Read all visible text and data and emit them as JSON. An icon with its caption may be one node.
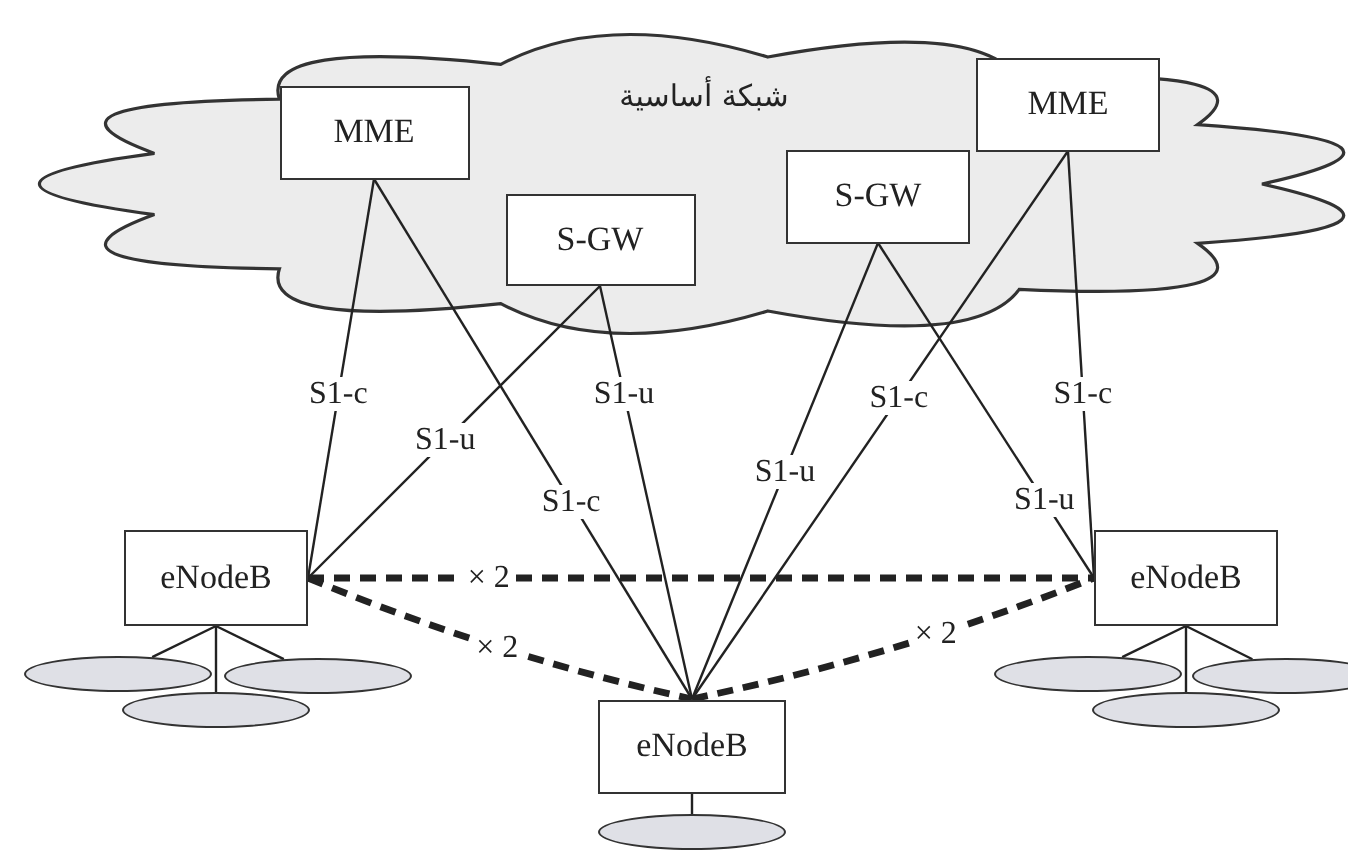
{
  "diagram": {
    "nodes": [
      {
        "text": [
          "شبكة أساسية"
        ]
      },
      {
        "text": [
          "MME"
        ],
        "in": 0
      },
      {
        "text": [
          "S-GW"
        ],
        "in": 0
      },
      {
        "text": [
          "S-GW"
        ],
        "in": 0
      },
      {
        "text": [
          "MME"
        ],
        "in": 0
      },
      {
        "text": [
          "eNodeB"
        ]
      },
      {
        "text": [
          "eNodeB"
        ]
      },
      {
        "text": [
          "eNodeB"
        ]
      },
      {
        "text": [],
        "shape": "ellipse"
      },
      {
        "text": [],
        "shape": "ellipse"
      },
      {
        "text": [],
        "shape": "ellipse"
      },
      {
        "text": [],
        "shape": "ellipse"
      },
      {
        "text": [],
        "shape": "ellipse"
      },
      {
        "text": [],
        "shape": "ellipse"
      },
      {
        "text": [],
        "shape": "ellipse"
      }
    ],
    "edges": [
      {
        "from": 1,
        "to": 5,
        "arrow": "none",
        "label": "S1-c"
      },
      {
        "from": 1,
        "to": 6,
        "arrow": "none",
        "label": "S1-c"
      },
      {
        "from": 2,
        "to": 5,
        "arrow": "none",
        "label": "S1-u"
      },
      {
        "from": 2,
        "to": 6,
        "arrow": "none",
        "label": "S1-u"
      },
      {
        "from": 3,
        "to": 6,
        "arrow": "none",
        "label": "S1-u"
      },
      {
        "from": 3,
        "to": 7,
        "arrow": "none",
        "label": "S1-u"
      },
      {
        "from": 4,
        "to": 6,
        "arrow": "none",
        "label": "S1-c"
      },
      {
        "from": 4,
        "to": 7,
        "arrow": "none",
        "label": "S1-c"
      },
      {
        "from": 5,
        "to": 7,
        "arrow": "none",
        "label": "× 2",
        "style": "dashed"
      },
      {
        "from": 5,
        "to": 6,
        "arrow": "none",
        "label": "× 2",
        "style": "dashed"
      },
      {
        "from": 6,
        "to": 7,
        "arrow": "none",
        "label": "× 2",
        "style": "dashed"
      },
      {
        "from": 5,
        "to": 8,
        "arrow": "none"
      },
      {
        "from": 5,
        "to": 9,
        "arrow": "none"
      },
      {
        "from": 5,
        "to": 10,
        "arrow": "none"
      },
      {
        "from": 6,
        "to": 11,
        "arrow": "none"
      },
      {
        "from": 7,
        "to": 12,
        "arrow": "none"
      },
      {
        "from": 7,
        "to": 13,
        "arrow": "none"
      },
      {
        "from": 7,
        "to": 14,
        "arrow": "none"
      }
    ]
  }
}
